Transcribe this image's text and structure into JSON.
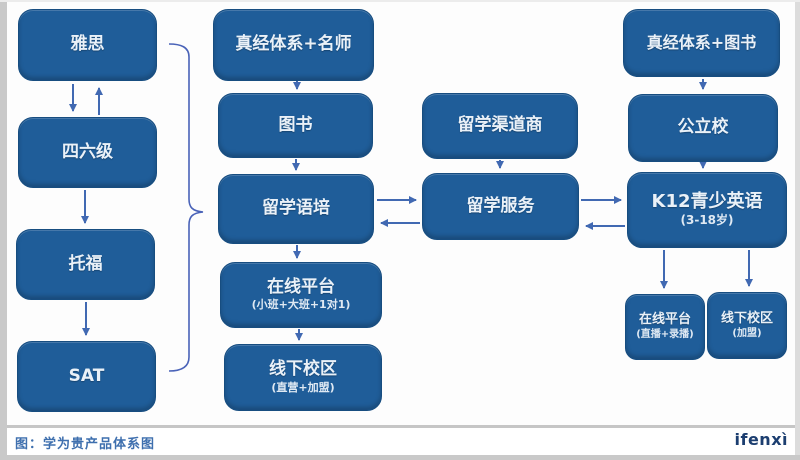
{
  "caption": {
    "label": "图：学为贵产品体系图"
  },
  "brand": {
    "label": "ifenxì"
  },
  "colors": {
    "box_fill": "#1F5D99",
    "box_border": "#174D80",
    "box_text": "#EAF1F8",
    "arrow": "#4169B2",
    "caption_text": "#3E6FAE",
    "brand_text": "#1C3E70",
    "divider": "#C6C6C6",
    "background": "#FDFDFD"
  },
  "diagram": {
    "title": "学为贵产品体系图",
    "nodes": {
      "ielts": {
        "label": "雅思"
      },
      "cet46": {
        "label": "四六级"
      },
      "toefl": {
        "label": "托福"
      },
      "sat": {
        "label": "SAT"
      },
      "zhenjing_system_teachers": {
        "label": "真经体系+名师"
      },
      "books": {
        "label": "图书"
      },
      "study_abroad_language_training": {
        "label": "留学语培"
      },
      "online_platform_main": {
        "label": "在线平台",
        "sublabel": "(小班+大班+1对1)"
      },
      "offline_campus_main": {
        "label": "线下校区",
        "sublabel": "(直营+加盟)"
      },
      "study_abroad_channel_agents": {
        "label": "留学渠道商"
      },
      "study_abroad_services": {
        "label": "留学服务"
      },
      "zhenjing_system_books": {
        "label": "真经体系+图书"
      },
      "public_schools": {
        "label": "公立校"
      },
      "k12_young_learners_english": {
        "label": "K12青少英语",
        "sublabel": "(3-18岁)"
      },
      "online_platform_k12": {
        "label": "在线平台",
        "sublabel": "(直播+录播)"
      },
      "offline_campus_k12": {
        "label": "线下校区",
        "sublabel": "(加盟)"
      }
    },
    "edges": [
      "雅思→四六级",
      "四六级→雅思",
      "四六级→托福",
      "托福→SAT",
      "左列{雅思,四六级,托福,SAT}→留学语培(花括号)",
      "真经体系+名师→图书",
      "图书→留学语培",
      "留学语培→在线平台",
      "在线平台→线下校区",
      "留学渠道商→留学服务",
      "留学语培→留学服务",
      "留学服务→留学语培",
      "留学服务→K12青少英语",
      "K12青少英语→留学服务",
      "真经体系+图书→公立校",
      "公立校→K12青少英语",
      "K12青少英语→在线平台(直播+录播)",
      "K12青少英语→线下校区(加盟)"
    ]
  }
}
